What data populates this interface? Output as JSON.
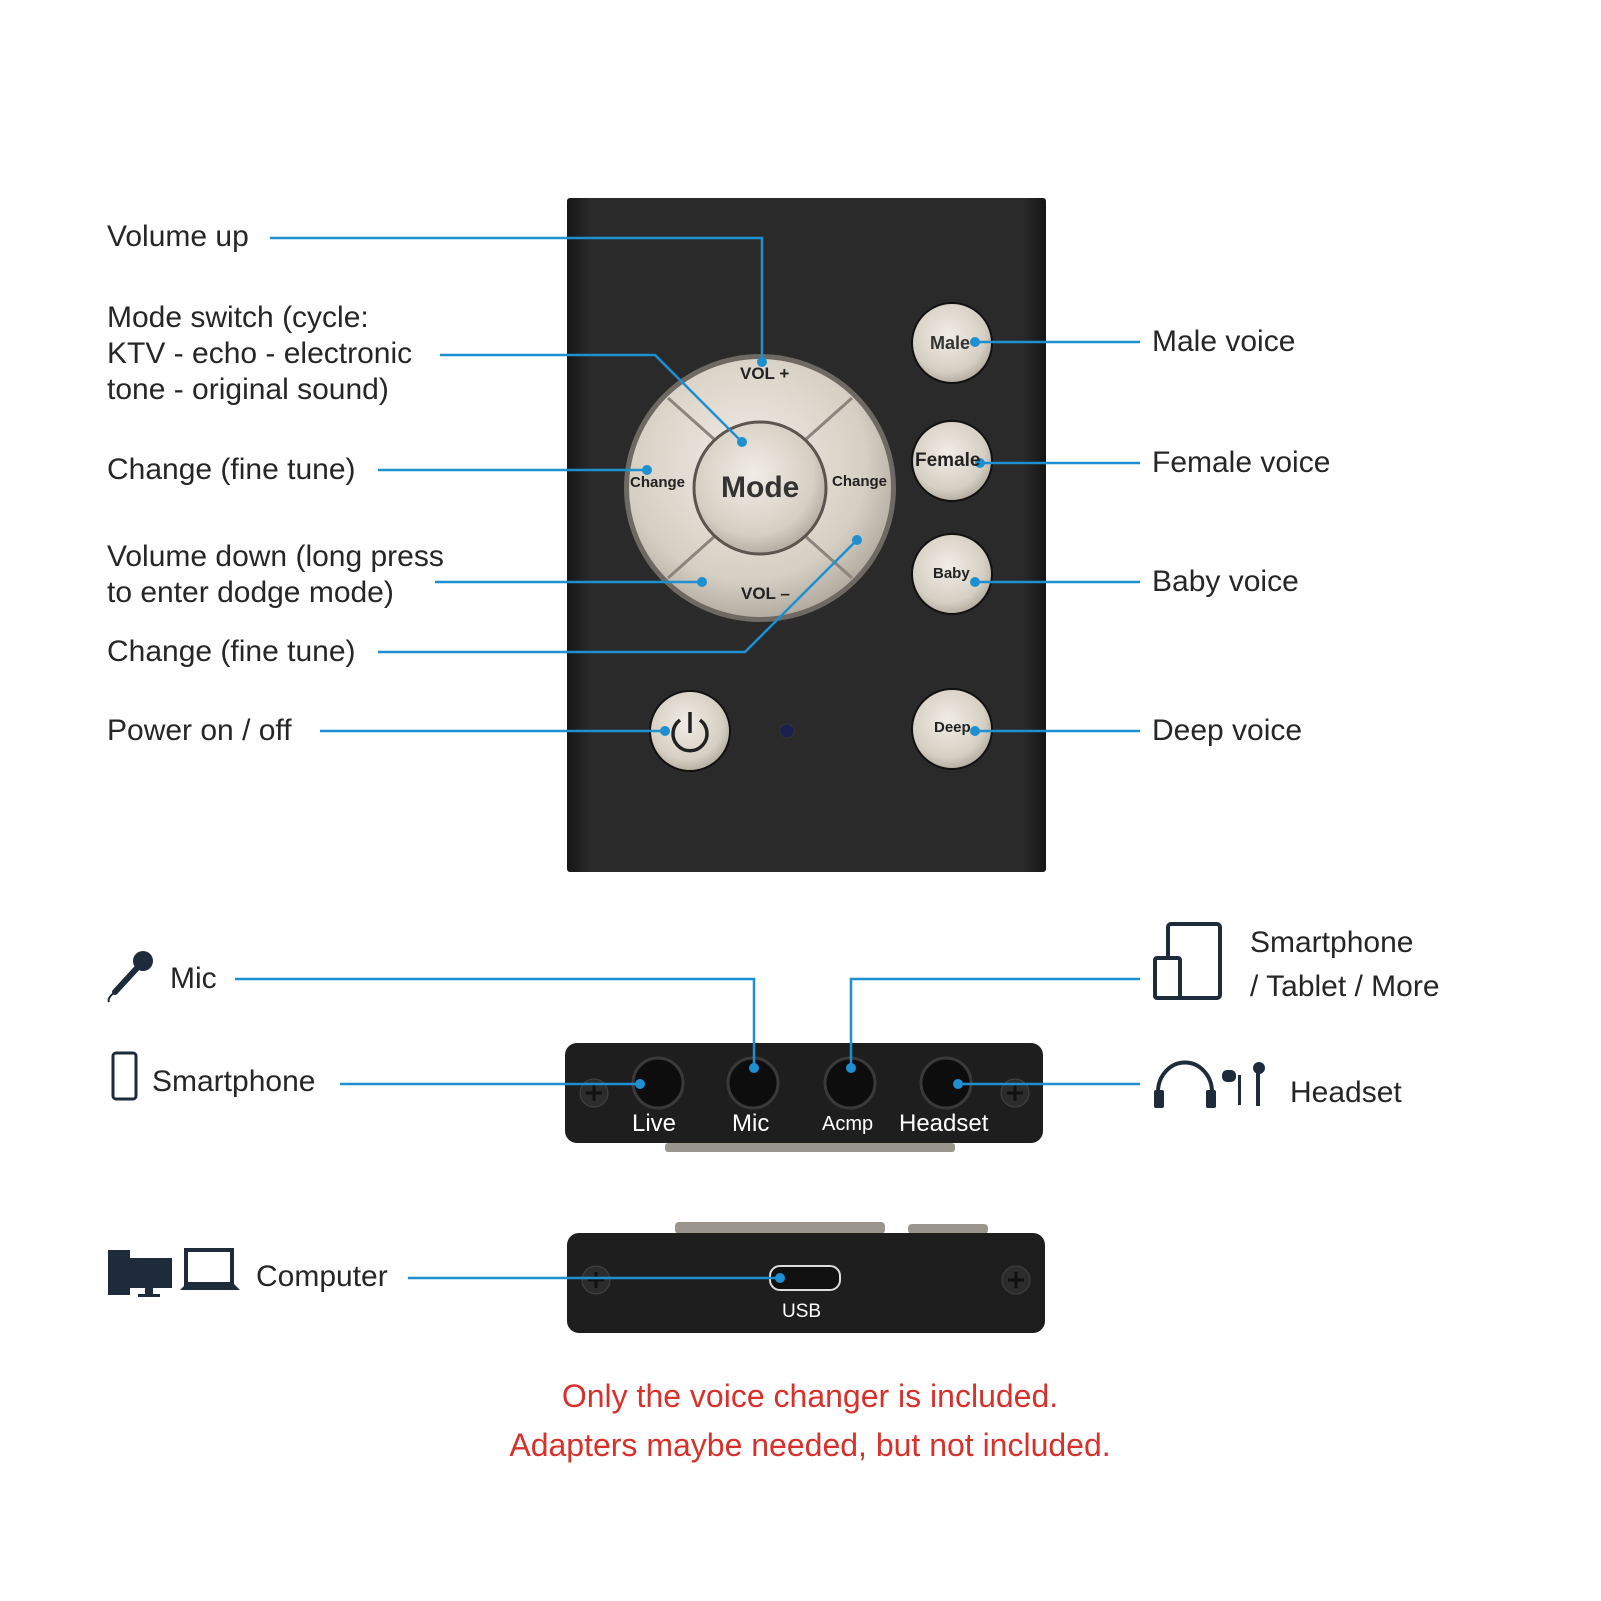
{
  "callouts_left": {
    "volume_up": "Volume up",
    "mode_switch": [
      "Mode switch (cycle:",
      "KTV - echo - electronic",
      "tone - original sound)"
    ],
    "change_plus": "Change (fine tune)",
    "volume_down": [
      "Volume down (long press",
      "to enter dodge mode)"
    ],
    "change_minus": "Change (fine tune)",
    "power": "Power on / off"
  },
  "callouts_right": {
    "male": "Male voice",
    "female": "Female voice",
    "baby": "Baby voice",
    "deep": "Deep voice"
  },
  "device_buttons": {
    "vol_plus": "VOL +",
    "vol_minus": "VOL –",
    "change_plus": "Change",
    "change_minus": "Change",
    "mode": "Mode",
    "male": "Male",
    "female": "Female",
    "baby": "Baby",
    "deep": "Deep"
  },
  "ports": {
    "live": "Live",
    "mic": "Mic",
    "acmp": "Acmp",
    "headset": "Headset",
    "usb": "USB"
  },
  "connections": {
    "mic": "Mic",
    "smartphone": "Smartphone",
    "tablet": [
      "Smartphone",
      "/ Tablet / More"
    ],
    "headset": "Headset",
    "computer": "Computer"
  },
  "notes": [
    "Only the voice changer is included.",
    "Adapters maybe needed, but not included."
  ],
  "colors": {
    "line": "#1e8fd0",
    "note": "#d8302b",
    "device": "#1f1f1f",
    "button": "#d8d2c8"
  }
}
